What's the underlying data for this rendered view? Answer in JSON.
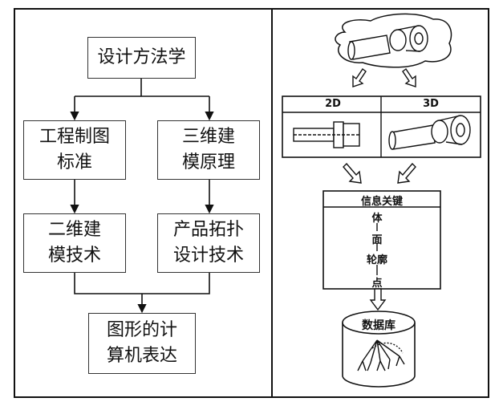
{
  "left_flow": {
    "top": "设计方法学",
    "left_col": [
      "工程制图\n标准",
      "二维建\n模技术"
    ],
    "right_col": [
      "三维建\n模原理",
      "产品拓扑\n设计技术"
    ],
    "bottom": "图形的计\n算机表达"
  },
  "right_flow": {
    "view_2d_label": "2D",
    "view_3d_label": "3D",
    "info_title": "信息关键",
    "info_chain": [
      "体",
      "面",
      "轮廓",
      "点"
    ],
    "database_label": "数据库"
  }
}
